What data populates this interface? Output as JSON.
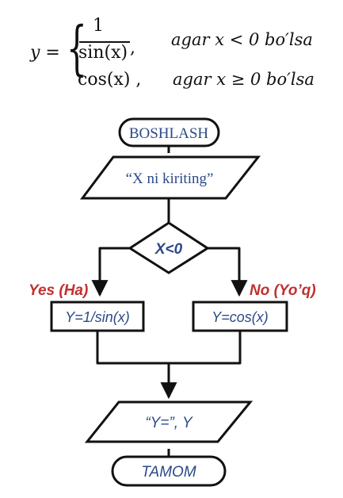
{
  "formula": {
    "lhs": "y =",
    "numerator": "1",
    "denominator": "sin(x)",
    "comma": ",",
    "case2": "cos(x) ,",
    "cond1": "agar x < 0 bo′lsa",
    "cond2": "agar x ≥ 0 bo′lsa"
  },
  "flowchart": {
    "start": "BOSHLASH",
    "input": "“X ni kiriting”",
    "decision": "X<0",
    "yes_label": "Yes (Ha)",
    "no_label": "No (Yo’q)",
    "yes_process": "Y=1/sin(x)",
    "no_process": "Y=cos(x)",
    "output": "“Y=”, Y",
    "end": "TAMOM"
  },
  "colors": {
    "stroke": "#111111",
    "label_blue": "#2c4a87",
    "branch_red": "#c03030"
  }
}
